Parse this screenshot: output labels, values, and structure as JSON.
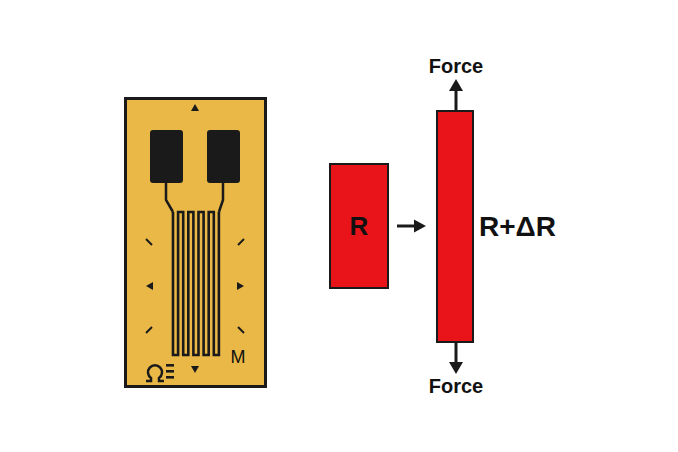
{
  "diagram": {
    "nodes": [
      {
        "text": [
          "R"
        ]
      },
      {
        "text": [
          "R+ΔR"
        ]
      }
    ],
    "edges": [
      {
        "from": 0,
        "to": 1,
        "arrow": "to"
      }
    ],
    "labels": [
      "Force",
      "Force",
      "M"
    ]
  }
}
